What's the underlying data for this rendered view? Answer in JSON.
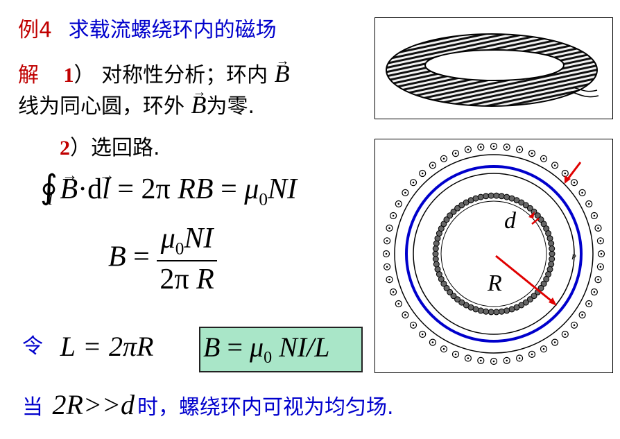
{
  "example": {
    "label": "例4",
    "title": "求载流螺绕环内的磁场"
  },
  "solution": {
    "label": "解",
    "step1_num": "1",
    "step1_paren": "）",
    "step1_text": "对称性分析；环内",
    "line2_a": "线为同心圆，环外",
    "line2_b": "为零.",
    "step2_num": "2",
    "step2_text": "）选回路."
  },
  "eq1": {
    "B": "B",
    "dot": "·",
    "d": "d",
    "l": "l",
    "eq": "=",
    "two_pi": "2π",
    "RB": "RB",
    "mu": "μ",
    "mu_sub": "0",
    "NI": "NI",
    "loop_sub": "l"
  },
  "eq2": {
    "B": "B",
    "eq": "=",
    "num_mu": "μ",
    "num_sub": "0",
    "num_NI": "NI",
    "den": "2π",
    "den_R": "R"
  },
  "ling": {
    "label": "令",
    "L": "L",
    "eq": "=",
    "rhs": "2πR"
  },
  "boxed": {
    "B": "B",
    "eq": "=",
    "mu": "μ",
    "mu_sub": "0",
    "rest": "NI/L"
  },
  "conclusion": {
    "prefix": "当",
    "cond": "2R>>d",
    "suffix": "时，螺绕环内可视为均匀场."
  },
  "figure": {
    "d_label": "d",
    "R_label": "R",
    "P_label": "P"
  },
  "colors": {
    "red": "#c00000",
    "blue": "#0000cc",
    "box": "#a9e6c8",
    "arrow": "#e00000"
  }
}
